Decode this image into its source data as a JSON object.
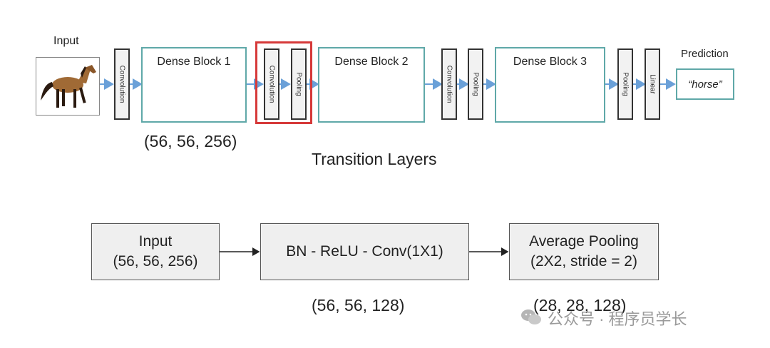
{
  "top": {
    "input_label": "Input",
    "prediction_label": "Prediction",
    "prediction_value": "“horse”",
    "layers": {
      "conv1": "Convolution",
      "trans1_conv": "Convolution",
      "trans1_pool": "Pooling",
      "conv2": "Convolution",
      "pool2": "Pooling",
      "pool3": "Pooling",
      "linear": "Linear"
    },
    "dense_blocks": [
      "Dense Block 1",
      "Dense Block 2",
      "Dense Block 3"
    ],
    "shape1": "(56, 56, 256)",
    "transition_title": "Transition Layers",
    "colors": {
      "block_border": "#5fa8a8",
      "highlight": "#d63a3a",
      "arrow": "#6aa0d8"
    }
  },
  "bottom": {
    "input_title": "Input",
    "input_shape": "(56, 56, 256)",
    "bn_label": "BN - ReLU - Conv(1X1)",
    "pool_title": "Average Pooling",
    "pool_params": "(2X2, stride = 2)",
    "bn_out_shape": "(56, 56, 128)",
    "pool_out_shape": "(28, 28, 128)"
  },
  "watermark": {
    "text": "公众号 · 程序员学长",
    "icon": "wechat-icon"
  }
}
